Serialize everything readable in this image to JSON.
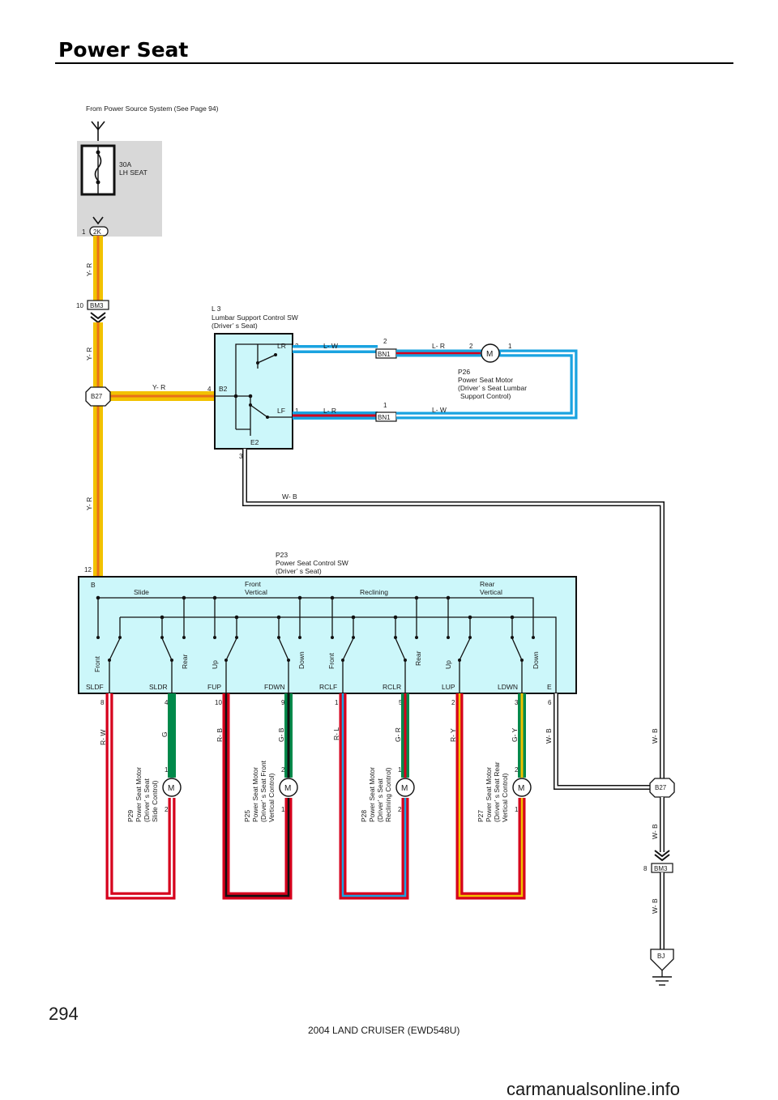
{
  "page_title": "Power Seat",
  "page_number": "294",
  "footer": "2004 LAND CRUISER (EWD548U)",
  "watermark": "carmanualsonline.info",
  "source": "From Power Source System (See Page 94)",
  "fuse": {
    "line1": "30A",
    "line2": "LH SEAT"
  },
  "connectors": {
    "c2k": "2K",
    "bm3": "BM3",
    "b27": "B27",
    "bn1": "BN1",
    "bj": "BJ"
  },
  "wires": {
    "yr": "Y- R",
    "lw": "L- W",
    "lr": "L- R",
    "wb": "W- B",
    "rw": "R- W",
    "g": "G",
    "rb": "R- B",
    "gb": "G- B",
    "rl": "R- L",
    "gr": "G- R",
    "ry": "R- Y",
    "gy": "G- Y"
  },
  "pins": {
    "p1": "1",
    "p2": "2",
    "p3": "3",
    "p4": "4",
    "p5": "5",
    "p6": "6",
    "p8": "8",
    "p9": "9",
    "p10": "10",
    "p12": "12"
  },
  "lumbar_sw": {
    "id": "L 3",
    "name": "Lumbar Support Control SW",
    "sub": "(Driver’ s Seat)",
    "t_lr": "LR",
    "t_lf": "LF",
    "t_b2": "B2",
    "t_e2": "E2"
  },
  "lumbar_motor": {
    "id": "P26",
    "name": "Power Seat Motor",
    "sub1": "(Driver’ s Seat Lumbar",
    "sub2": "Support Control)"
  },
  "control_sw": {
    "id": "P23",
    "name": "Power Seat Control SW",
    "sub": "(Driver’ s Seat)",
    "b": "B",
    "slide": "Slide",
    "front": "Front",
    "vertical": "Vertical",
    "reclining": "Reclining",
    "rear": "Rear",
    "up": "Up",
    "down": "Down",
    "terminals": [
      "SLDF",
      "SLDR",
      "FUP",
      "FDWN",
      "RCLF",
      "RCLR",
      "LUP",
      "LDWN",
      "E"
    ]
  },
  "motor_letter": "M",
  "motors": [
    {
      "id": "P29",
      "l1": "Power Seat Motor",
      "l2": "(Driver’ s Seat",
      "l3": "Slide Control)"
    },
    {
      "id": "P25",
      "l1": "Power Seat Motor",
      "l2": "(Driver’ s Seat Front",
      "l3": "Vertical Control)"
    },
    {
      "id": "P28",
      "l1": "Power Seat Motor",
      "l2": "(Driver’ s Seat",
      "l3": "Reclining Control)"
    },
    {
      "id": "P27",
      "l1": "Power Seat Motor",
      "l2": "(Driver’ s Seat Rear",
      "l3": "Vertical Control)"
    }
  ],
  "colors": {
    "yellow": "#f2c200",
    "orange": "#e8701a",
    "red": "#d6001c",
    "green": "#00894a",
    "blue": "#1aa3e0",
    "black": "#111111",
    "panel": "#ccf7fa",
    "fusebg": "#d8d8d8"
  }
}
